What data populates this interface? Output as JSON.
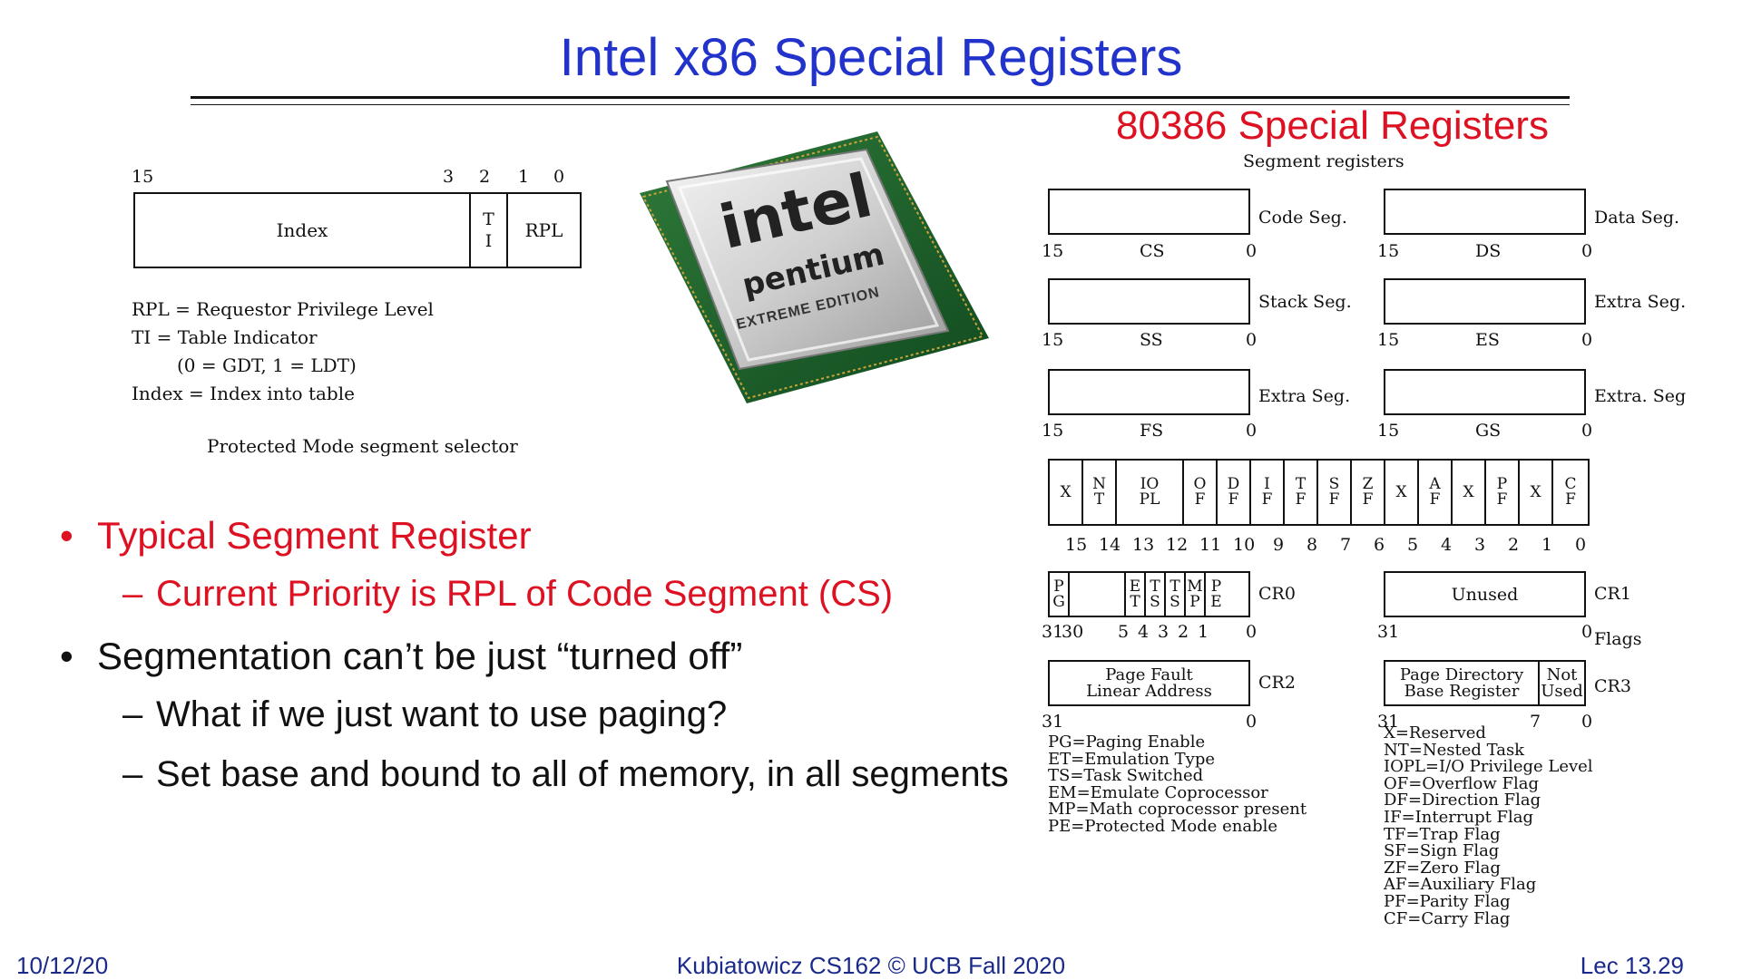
{
  "title": "Intel x86 Special Registers",
  "subtitle": "80386 Special Registers",
  "selector": {
    "bit_labels": [
      "15",
      "3",
      "2",
      "1",
      "0"
    ],
    "fields": [
      "Index",
      "T\nI",
      "RPL"
    ],
    "legend": [
      "RPL = Requestor Privilege Level",
      "TI = Table Indicator",
      "(0 = GDT, 1 = LDT)",
      "Index = Index into table"
    ],
    "caption": "Protected Mode segment selector"
  },
  "cpu_image": {
    "brand": "intel",
    "product": "pentium",
    "edition": "EXTREME EDITION"
  },
  "bullets": [
    {
      "text": "Typical Segment Register",
      "sub": [
        "Current Priority is RPL of Code Segment (CS)"
      ]
    },
    {
      "text": "Segmentation can’t be just “turned off”",
      "sub": [
        "What if we just want to use paging?",
        "Set base and bound to all of memory, in all segments"
      ]
    }
  ],
  "segment_registers": {
    "heading": "Segment registers",
    "registers": [
      {
        "name": "CS",
        "label": "Code Seg.",
        "hi": "15",
        "lo": "0"
      },
      {
        "name": "DS",
        "label": "Data Seg.",
        "hi": "15",
        "lo": "0"
      },
      {
        "name": "SS",
        "label": "Stack Seg.",
        "hi": "15",
        "lo": "0"
      },
      {
        "name": "ES",
        "label": "Extra Seg.",
        "hi": "15",
        "lo": "0"
      },
      {
        "name": "FS",
        "label": "Extra Seg.",
        "hi": "15",
        "lo": "0"
      },
      {
        "name": "GS",
        "label": "Extra. Seg",
        "hi": "15",
        "lo": "0"
      }
    ]
  },
  "flags_register": {
    "cells": [
      "X",
      "N\nT",
      "IO\nPL",
      "O\nF",
      "D\nF",
      "I\nF",
      "T\nF",
      "S\nF",
      "Z\nF",
      "X",
      "A\nF",
      "X",
      "P\nF",
      "X",
      "C\nF"
    ],
    "bits": [
      "15",
      "14",
      "13",
      "12",
      "11",
      "10",
      "9",
      "8",
      "7",
      "6",
      "5",
      "4",
      "3",
      "2",
      "1",
      "0"
    ]
  },
  "cr0": {
    "cells": [
      "P\nG",
      "",
      "E\nT",
      "T\nS",
      "T\nS",
      "M\nP",
      "P\nE"
    ],
    "label": "CR0",
    "bits": [
      "31",
      "30",
      "5",
      "4",
      "3",
      "2",
      "1",
      "0"
    ]
  },
  "cr1": {
    "cell": "Unused",
    "label": "CR1",
    "hi": "31",
    "lo": "0",
    "side": "Flags"
  },
  "cr2": {
    "cell": "Page Fault\nLinear Address",
    "label": "CR2",
    "hi": "31",
    "lo": "0"
  },
  "cr3": {
    "cells": [
      "Page Directory\nBase Register",
      "Not\nUsed"
    ],
    "label": "CR3",
    "hi": "31",
    "mid": "7",
    "lo": "0"
  },
  "cr_legend": [
    "PG=Paging Enable",
    "ET=Emulation Type",
    "TS=Task Switched",
    "EM=Emulate Coprocessor",
    "MP=Math coprocessor present",
    "PE=Protected Mode enable"
  ],
  "flag_legend": [
    "X=Reserved",
    "NT=Nested Task",
    "IOPL=I/O Privilege Level",
    "OF=Overflow Flag",
    "DF=Direction Flag",
    "IF=Interrupt Flag",
    "TF=Trap Flag",
    "SF=Sign Flag",
    "ZF=Zero Flag",
    "AF=Auxiliary Flag",
    "PF=Parity Flag",
    "CF=Carry Flag"
  ],
  "footer": {
    "date": "10/12/20",
    "course": "Kubiatowicz CS162 © UCB Fall 2020",
    "lecture": "Lec 13.29"
  }
}
